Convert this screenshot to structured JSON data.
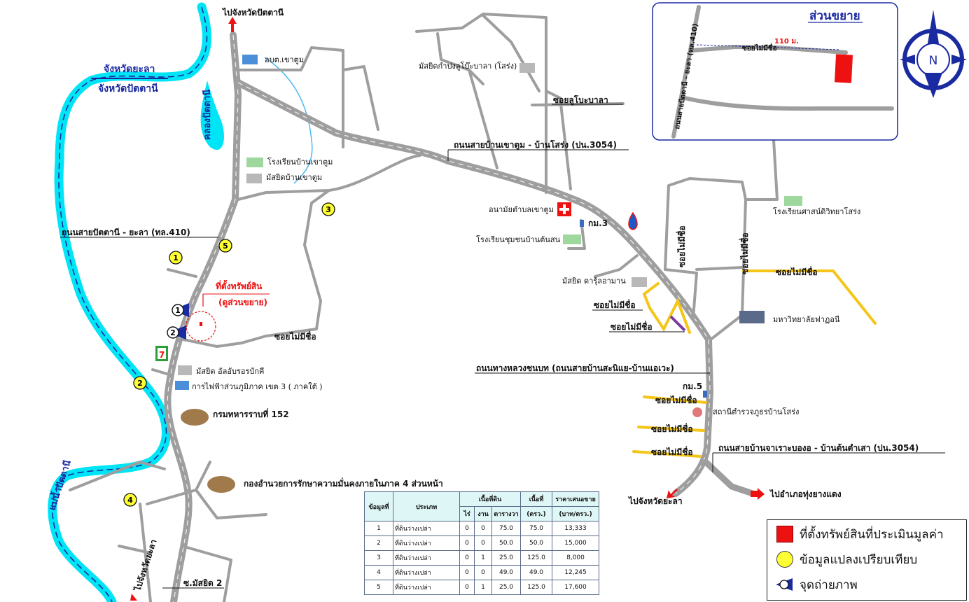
{
  "colors": {
    "road": "#9e9e9e",
    "river": "#00e5f5",
    "minor_road": "#f5c518",
    "boundary": "#1a2aa0",
    "property": "#ee1111",
    "comparable": "#ffff33",
    "label_blue": "#1a2aa0",
    "label_red": "#ee1111"
  },
  "map": {
    "to_pattani": "ไปจังหวัดปัตตานี",
    "province_yala": "จังหวัดยะลา",
    "province_pattani": "จังหวัดปัตตานี",
    "khlong_pattani": "คลองปัตตานี",
    "river_pattani": "แม่น้ำปัตตานี",
    "org_khaotum": "อบต.เขาตูม",
    "mosque_kampong": "มัสยิดกำปงลูโบ๊ะบาลา (โสร่ง)",
    "soi_lubobala": "ซอยลูโบะบาลา",
    "road_3054": "ถนนสายบ้านเขาตูม - บ้านโสร่ง (ปน.3054)",
    "school_khaotum": "โรงเรียนบ้านเขาตูม",
    "mosque_khaotum": "มัสยิดบ้านเขาตูม",
    "health_center": "อนามัยตำบลเขาตูม",
    "km3": "กม.3",
    "school_tonson": "โรงเรียนชุมชนบ้านต้นสน",
    "school_sasana": "โรงเรียนศาสน์ดิวิทยาโสร่ง",
    "soi_unnamed": "ซอยไม่มีชื่อ",
    "mosque_darul": "มัสยิด ดารุ้ลอามาน",
    "university": "มหาวิทยาลัยฟาฏอนี",
    "road_410": "ถนนสายปัตตานี - ยะลา (ทล.410)",
    "property_label1": "ที่ตั้งทรัพย์สิน",
    "property_label2": "(ดูส่วนขยาย)",
    "rural_road": "ถนนทางหลวงชนบท (ถนนสายบ้านสะนิแย-บ้านแอเวะ)",
    "km5": "กม.5",
    "police_station": "สถานีตำรวจภูธรบ้านโสร่ง",
    "mosque_alubror": "มัสยิด อัลอับรอรบักคี",
    "electricity": "การไฟฟ้าส่วนภูมิภาค เขต 3 ( ภาคใต้ )",
    "regiment": "กรมทหารราบที่ 152",
    "isoc": "กองอำนวยการรักษาความมั่นคงภายในภาค 4 ส่วนหน้า",
    "road_3054b": "ถนนสายบ้านจาเราะบองอ - บ้านต้นตำเสา (ปน.3054)",
    "to_yala": "ไปจังหวัดยะลา",
    "to_thungyangdaeng": "ไปอำเภอทุ่งยางแดง",
    "to_yala_south": "ไปจังหวัดยะลา",
    "soi_mosque2": "ซ.มัสยิด 2",
    "compass_n": "N",
    "seven_eleven": "7",
    "inset_title": "ส่วนขยาย",
    "inset_distance": "110 ม.",
    "inset_road_410": "ถนนสายปัตตานี - ยะลา (ทล.410)",
    "inset_soi": "ซอยไม่มีชื่อ",
    "markers_comparable": [
      "1",
      "2",
      "3",
      "4",
      "5"
    ],
    "markers_photo": [
      "1",
      "2"
    ]
  },
  "table": {
    "headers": {
      "data": "ข้อมูลที่",
      "type": "ประเภท",
      "land_size": "เนื้อที่ดิน",
      "rai": "ไร่",
      "ngan": "งาน",
      "sqwa": "ตารางวา",
      "area": "เนื้อที่",
      "area_unit": "(ตรว.)",
      "price": "ราคาเสนอขาย",
      "price_unit": "(บาท/ตรว.)"
    },
    "rows": [
      {
        "no": "1",
        "type": "ที่ดินว่างเปล่า",
        "rai": "0",
        "ngan": "0",
        "sqwa": "75.0",
        "area": "75.0",
        "price": "13,333"
      },
      {
        "no": "2",
        "type": "ที่ดินว่างเปล่า",
        "rai": "0",
        "ngan": "0",
        "sqwa": "50.0",
        "area": "50.0",
        "price": "15,000"
      },
      {
        "no": "3",
        "type": "ที่ดินว่างเปล่า",
        "rai": "0",
        "ngan": "1",
        "sqwa": "25.0",
        "area": "125.0",
        "price": "8,000"
      },
      {
        "no": "4",
        "type": "ที่ดินว่างเปล่า",
        "rai": "0",
        "ngan": "0",
        "sqwa": "49.0",
        "area": "49.0",
        "price": "12,245"
      },
      {
        "no": "5",
        "type": "ที่ดินว่างเปล่า",
        "rai": "0",
        "ngan": "1",
        "sqwa": "25.0",
        "area": "125.0",
        "price": "17,600"
      }
    ]
  },
  "legend": {
    "property": "ที่ตั้งทรัพย์สินที่ประเมินมูลค่า",
    "comparable": "ข้อมูลแปลงเปรียบเทียบ",
    "photo": "จุดถ่ายภาพ"
  }
}
